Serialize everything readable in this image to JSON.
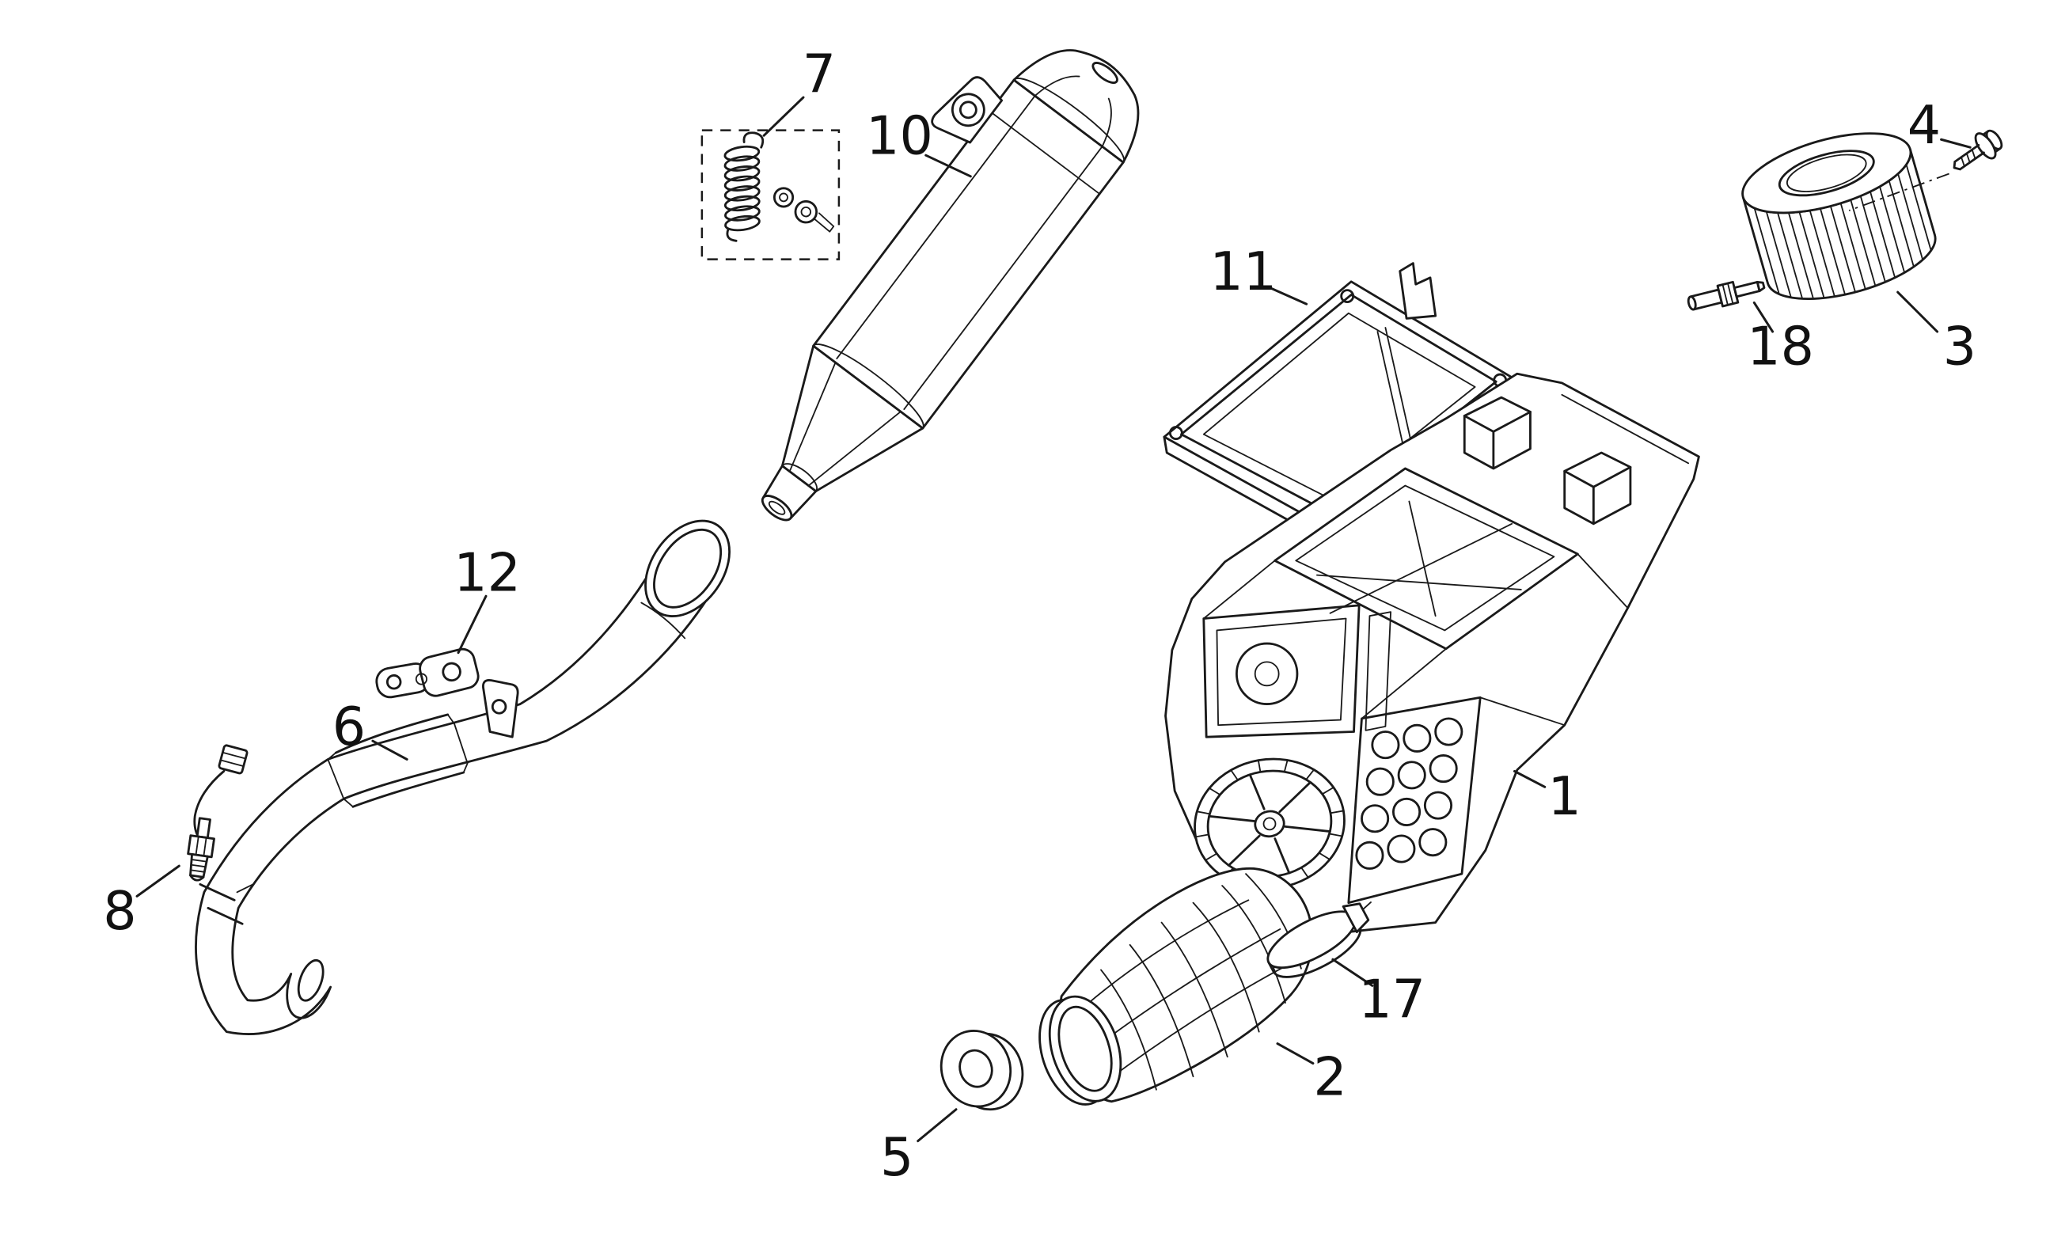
{
  "diagram": {
    "background_color": "#ffffff",
    "line_color": "#1a1a1a",
    "callouts": {
      "1": {
        "label": "1"
      },
      "2": {
        "label": "2"
      },
      "3": {
        "label": "3"
      },
      "4": {
        "label": "4"
      },
      "5": {
        "label": "5"
      },
      "6": {
        "label": "6"
      },
      "7": {
        "label": "7"
      },
      "8": {
        "label": "8"
      },
      "10": {
        "label": "10"
      },
      "11": {
        "label": "11"
      },
      "12": {
        "label": "12"
      },
      "17": {
        "label": "17"
      },
      "18": {
        "label": "18"
      }
    }
  }
}
